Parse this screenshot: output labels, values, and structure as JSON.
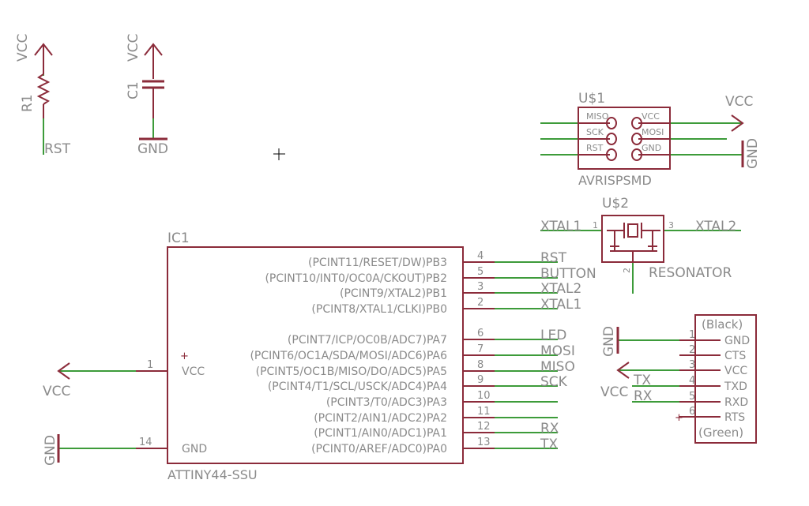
{
  "r1": {
    "power": "VCC",
    "name": "R1",
    "net": "RST"
  },
  "c1": {
    "power": "VCC",
    "name": "C1",
    "ground": "GND"
  },
  "isp": {
    "name": "U$1",
    "value": "AVRISPSMD",
    "pins_left": [
      "MISO",
      "SCK",
      "RST"
    ],
    "pins_right": [
      "VCC",
      "MOSI",
      "GND"
    ],
    "net_vcc": "VCC",
    "net_gnd": "GND"
  },
  "resonator": {
    "name": "U$2",
    "value": "RESONATOR",
    "net_left": "XTAL1",
    "net_right": "XTAL2",
    "pin_left": "1",
    "pin_mid": "2",
    "pin_right": "3"
  },
  "ic": {
    "name": "IC1",
    "value": "ATTINY44-SSU",
    "vcc_pin": {
      "label": "VCC",
      "num": "1",
      "net": "VCC"
    },
    "gnd_pin": {
      "label": "GND",
      "num": "14",
      "net": "GND"
    },
    "pins": [
      {
        "label": "(PCINT11/RESET/DW)PB3",
        "num": "4",
        "net": "RST"
      },
      {
        "label": "(PCINT10/INT0/OC0A/CKOUT)PB2",
        "num": "5",
        "net": "BUTTON"
      },
      {
        "label": "(PCINT9/XTAL2)PB1",
        "num": "3",
        "net": "XTAL2"
      },
      {
        "label": "(PCINT8/XTAL1/CLKI)PB0",
        "num": "2",
        "net": "XTAL1"
      },
      {
        "label": "(PCINT7/ICP/OC0B/ADC7)PA7",
        "num": "6",
        "net": "LED"
      },
      {
        "label": "(PCINT6/OC1A/SDA/MOSI/ADC6)PA6",
        "num": "7",
        "net": "MOSI"
      },
      {
        "label": "(PCINT5/OC1B/MISO/DO/ADC5)PA5",
        "num": "8",
        "net": "MISO"
      },
      {
        "label": "(PCINT4/T1/SCL/USCK/ADC4)PA4",
        "num": "9",
        "net": "SCK"
      },
      {
        "label": "(PCINT3/T0/ADC3)PA3",
        "num": "10",
        "net": ""
      },
      {
        "label": "(PCINT2/AIN1/ADC2)PA2",
        "num": "11",
        "net": ""
      },
      {
        "label": "(PCINT1/AIN0/ADC1)PA1",
        "num": "12",
        "net": "RX"
      },
      {
        "label": "(PCINT0/AREF/ADC0)PA0",
        "num": "13",
        "net": "TX"
      }
    ]
  },
  "ftdi": {
    "top": "(Black)",
    "bottom": "(Green)",
    "pins": [
      {
        "num": "1",
        "label": "GND"
      },
      {
        "num": "2",
        "label": "CTS"
      },
      {
        "num": "3",
        "label": "VCC"
      },
      {
        "num": "4",
        "label": "TXD"
      },
      {
        "num": "5",
        "label": "RXD"
      },
      {
        "num": "6",
        "label": "RTS"
      }
    ],
    "net_gnd": "GND",
    "net_vcc": "VCC",
    "net_tx": "TX",
    "net_rx": "RX"
  }
}
